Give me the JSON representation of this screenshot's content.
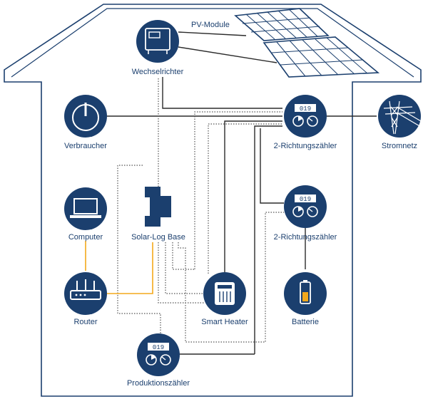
{
  "labels": {
    "pv_module": "PV-Module",
    "inverter": "Wechselrichter",
    "consumer": "Verbraucher",
    "bidir_meter_1": "2-Richtungszähler",
    "grid": "Stromnetz",
    "computer": "Computer",
    "solarlog": "Solar-Log Base",
    "bidir_meter_2": "2-Richtungszähler",
    "router": "Router",
    "heater": "Smart Heater",
    "battery": "Batterie",
    "production_meter": "Produktionszähler"
  },
  "meter_digits": "019",
  "colors": {
    "navy": "#1b3f6e",
    "orange": "#f3a81b",
    "line": "#2b2b2b",
    "dotted": "#555555"
  }
}
